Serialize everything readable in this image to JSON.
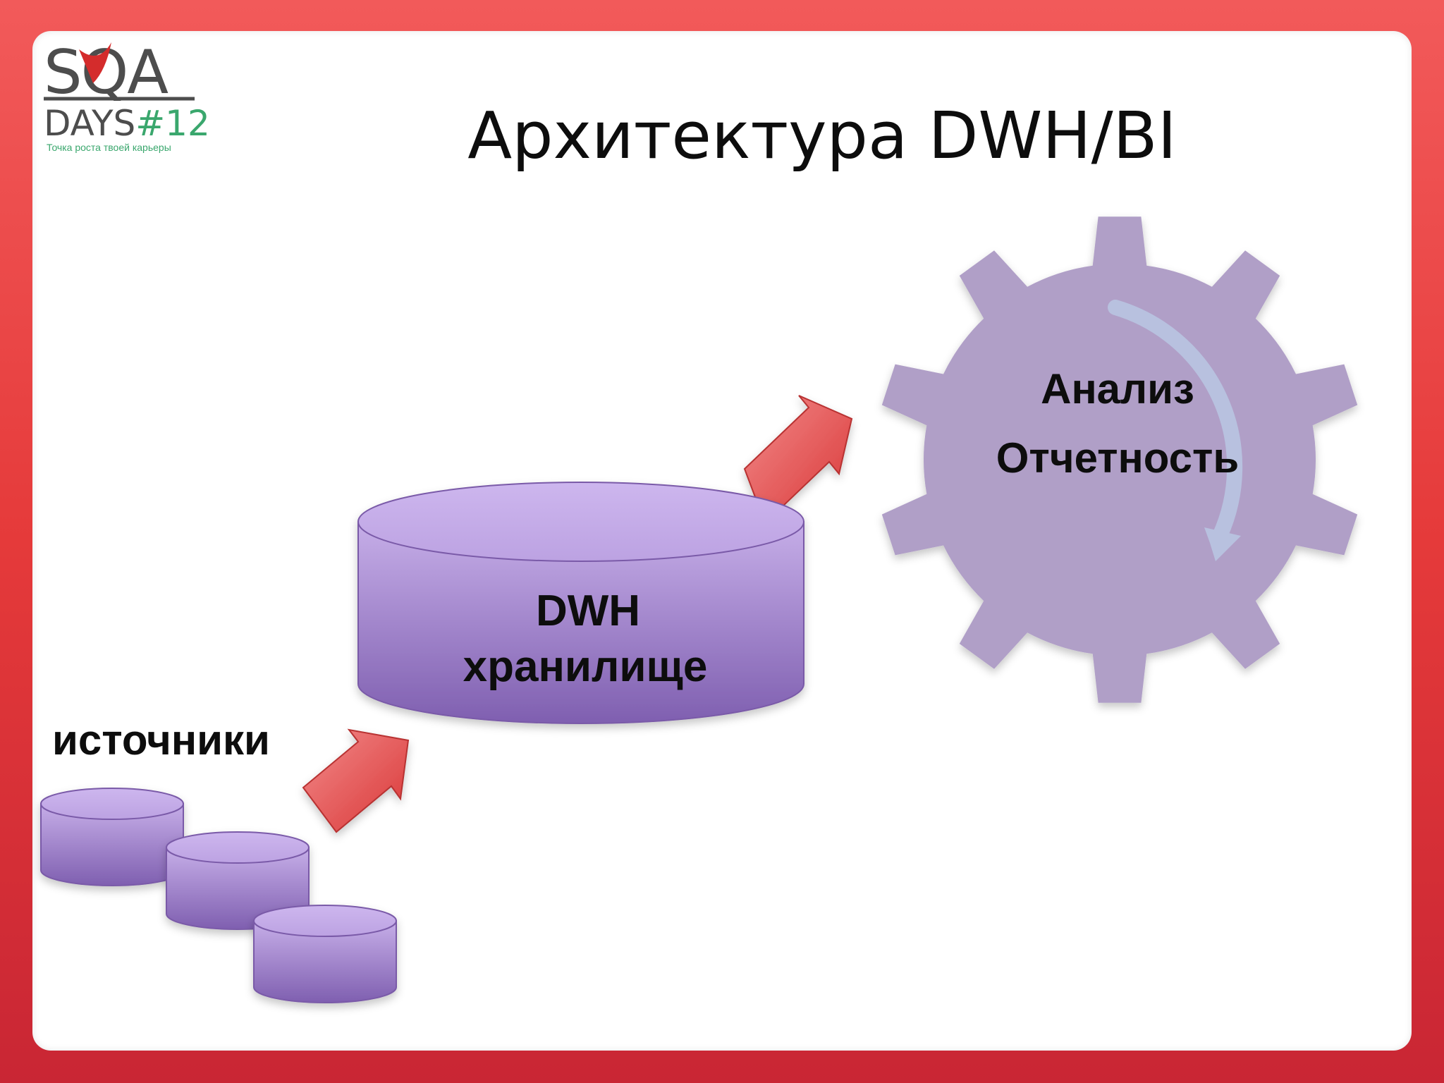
{
  "logo": {
    "brand": "SQA",
    "event_prefix": "DAYS",
    "event_number": "#12",
    "tagline": "Точка роста твоей карьеры"
  },
  "title": "Архитектура DWH/BI",
  "sources": {
    "label": "источники",
    "count": 3
  },
  "dwh": {
    "line1": "DWH",
    "line2": "хранилище"
  },
  "analysis": {
    "line1": "Анализ",
    "line2": "Отчетность"
  },
  "colors": {
    "frame_red": "#e53a3a",
    "cylinder_top": "#c6aee8",
    "cylinder_bottom": "#7f5fb0",
    "cylinder_stroke": "#7a5aa8",
    "gear": "#b09fc7",
    "gear_arrow": "#b8c1df",
    "arrow_red": "#e24a4a",
    "logo_gray": "#4d4d4d",
    "logo_green": "#3aa76d"
  }
}
